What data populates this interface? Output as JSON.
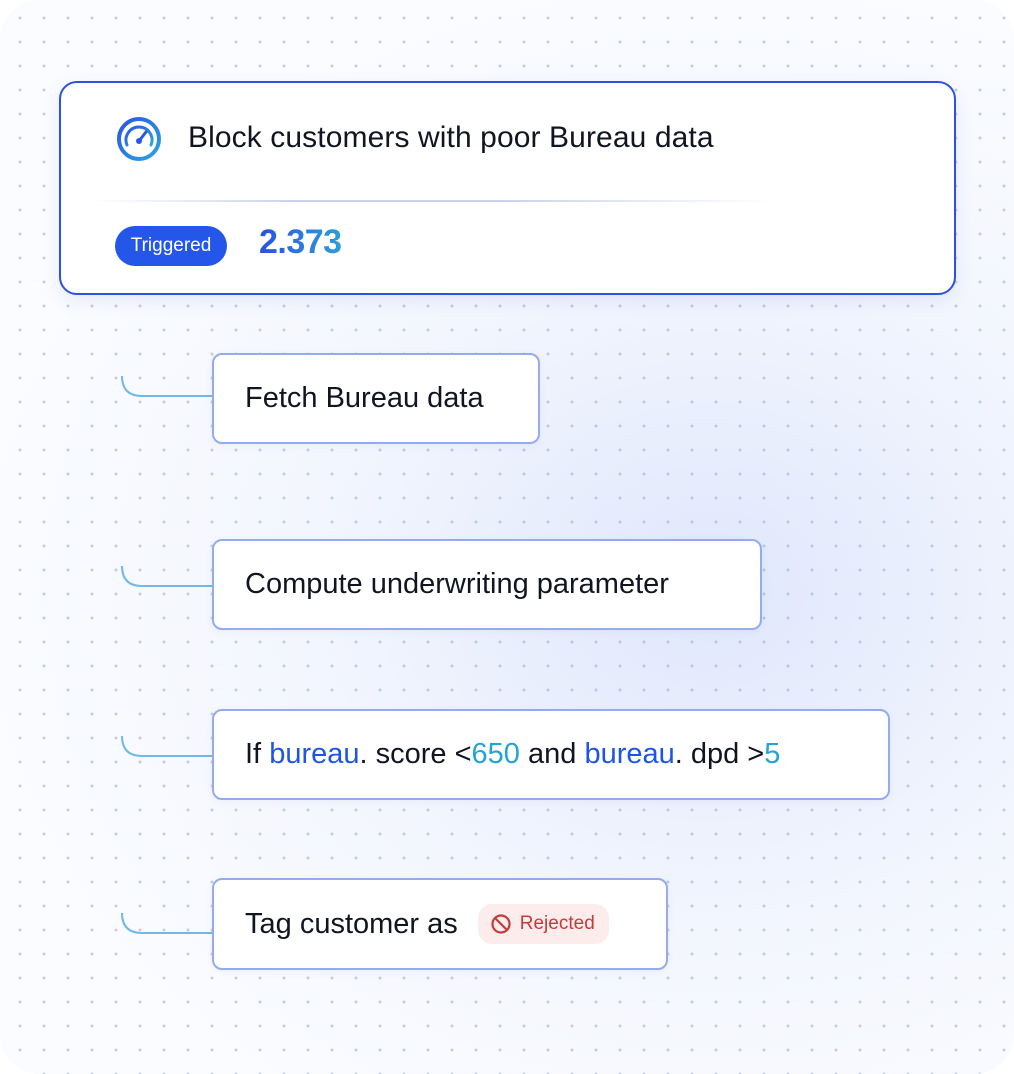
{
  "workflow": {
    "title": "Block customers with poor Bureau data",
    "icon": "speedometer-icon",
    "status_badge": "Triggered",
    "trigger_count": "2.373",
    "colors": {
      "border": "#2b52e0",
      "badge_bg": "#2456ea",
      "keyword": "#1f55e6",
      "number": "#22a4d4",
      "rejected_text": "#c53a3a",
      "rejected_bg": "#fdecec"
    }
  },
  "steps": [
    {
      "label": "Fetch Bureau data"
    },
    {
      "label": "Compute underwriting parameter"
    },
    {
      "prefix": "If",
      "field1": "bureau",
      "field1_rest": ". score <",
      "value1": "650",
      "joiner": "and",
      "field2": "bureau",
      "field2_rest": ". dpd >",
      "value2": "5"
    },
    {
      "label": "Tag customer as",
      "tag": "Rejected",
      "tag_icon": "prohibited-icon"
    }
  ]
}
